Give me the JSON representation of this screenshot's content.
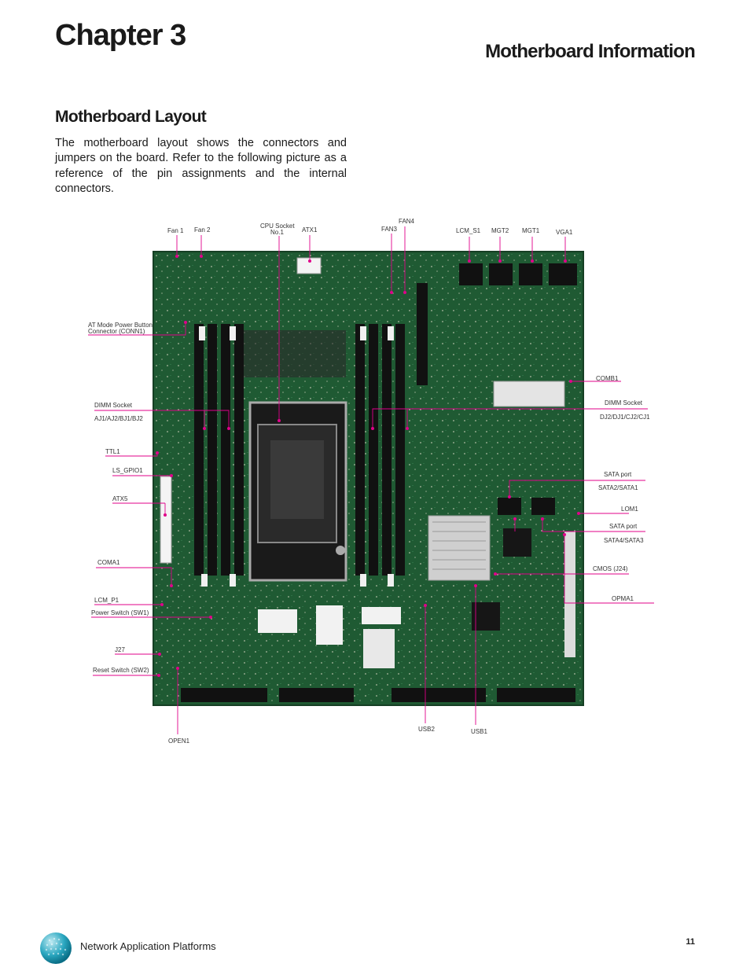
{
  "header": {
    "chapter": "Chapter 3",
    "section": "Motherboard Information"
  },
  "content": {
    "subtitle": "Motherboard Layout",
    "intro": "The motherboard layout shows the connectors and jumpers on the board. Refer to the following picture as a reference of the pin assignments and the internal connectors."
  },
  "labels": {
    "fan1": "Fan 1",
    "fan2": "Fan 2",
    "cpu_socket_1": "CPU Socket",
    "cpu_socket_2": "No.1",
    "atx1": "ATX1",
    "fan4": "FAN4",
    "fan3": "FAN3",
    "lcm_s1": "LCM_S1",
    "mgt2": "MGT2",
    "mgt1": "MGT1",
    "vga1": "VGA1",
    "at_mode_1": "AT Mode Power Button",
    "at_mode_2": "Connector (CONN1)",
    "comb1": "COMB1",
    "dimm_left_1": "DIMM Socket",
    "dimm_left_2": "AJ1/AJ2/BJ1/BJ2",
    "dimm_right_1": "DIMM Socket",
    "dimm_right_2": "DJ2/DJ1/CJ2/CJ1",
    "ttl1": "TTL1",
    "ls_gpio1": "LS_GPIO1",
    "sata_a_1": "SATA port",
    "sata_a_2": "SATA2/SATA1",
    "atx5": "ATX5",
    "lom1": "LOM1",
    "sata_b_1": "SATA port",
    "sata_b_2": "SATA4/SATA3",
    "coma1": "COMA1",
    "cmos": "CMOS (J24)",
    "lcm_p1": "LCM_P1",
    "opma1": "OPMA1",
    "power_switch": "Power Switch (SW1)",
    "j27": "J27",
    "reset_switch": "Reset Switch (SW2)",
    "usb2": "USB2",
    "usb1": "USB1",
    "open1": "OPEN1"
  },
  "footer": {
    "brand": "Network Application Platforms",
    "page": "11"
  },
  "colors": {
    "leader": "#e0008a",
    "pcb": "#1f5a33"
  }
}
